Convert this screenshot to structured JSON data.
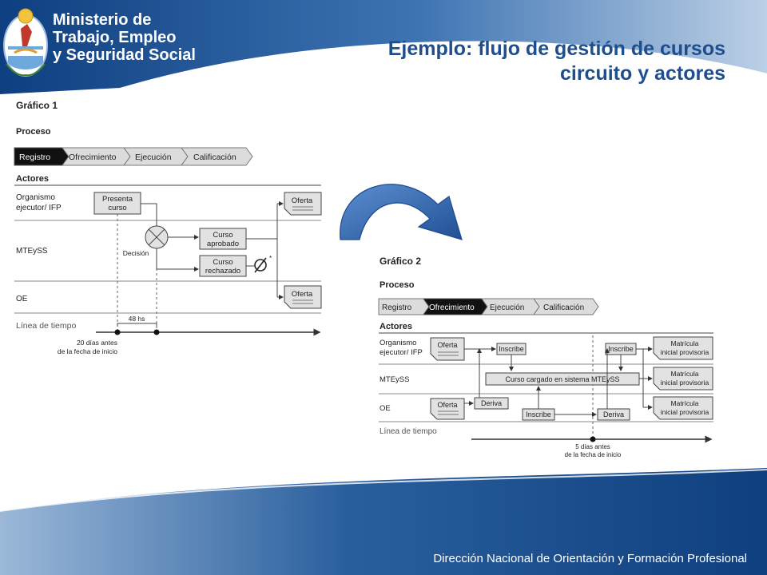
{
  "header": {
    "org_lines": [
      "Ministerio de",
      "Trabajo, Empleo",
      "y Seguridad Social"
    ],
    "title_lines": [
      "Ejemplo: flujo de gestión de cursos",
      "circuito y actores"
    ]
  },
  "grafico1": {
    "title": "Gráfico 1",
    "process_label": "Proceso",
    "process_steps": [
      "Registro",
      "Ofrecimiento",
      "Ejecución",
      "Calificación"
    ],
    "active_step": 0,
    "actors_label": "Actores",
    "actors": [
      "Organismo",
      "ejecutor/ IFP",
      "MTEySS",
      "OE"
    ],
    "timeline_label": "Línea de tiempo",
    "boxes": {
      "presenta_curso": [
        "Presenta",
        "curso"
      ],
      "oferta_top": "Oferta",
      "oferta_bottom": "Oferta",
      "curso_aprobado": [
        "Curso",
        "aprobado"
      ],
      "curso_rechazado": [
        "Curso",
        "rechazado"
      ],
      "decision": "Decisión",
      "asterisk": "*"
    },
    "duration": "48 hs",
    "timeline_note": [
      "20 días antes",
      "de la fecha de inicio"
    ]
  },
  "grafico2": {
    "title": "Gráfico 2",
    "process_label": "Proceso",
    "process_steps": [
      "Registro",
      "Ofrecimiento",
      "Ejecución",
      "Calificación"
    ],
    "active_step": 1,
    "actors_label": "Actores",
    "actors": [
      "Organismo",
      "ejecutor/ IFP",
      "MTEySS",
      "OE"
    ],
    "timeline_label": "Línea de tiempo",
    "boxes": {
      "oferta_ifp": "Oferta",
      "inscribe_1": "Inscribe",
      "inscribe_2": "Inscribe",
      "curso_cargado": "Curso cargado en sistema MTEySS",
      "oferta_oe": "Oferta",
      "deriva_1": "Deriva",
      "inscribe_3": "Inscribe",
      "deriva_2": "Deriva",
      "matricula": [
        "Matrícula",
        "inicial provisoria"
      ]
    },
    "timeline_note": [
      "5 días antes",
      "de la fecha de inicio"
    ]
  },
  "footer": {
    "text": "Dirección Nacional de Orientación y Formación Profesional"
  },
  "colors": {
    "title": "#1f4e8c",
    "header_blue": "#1c4f8f",
    "arrow_blue": "#2f5fa8"
  }
}
